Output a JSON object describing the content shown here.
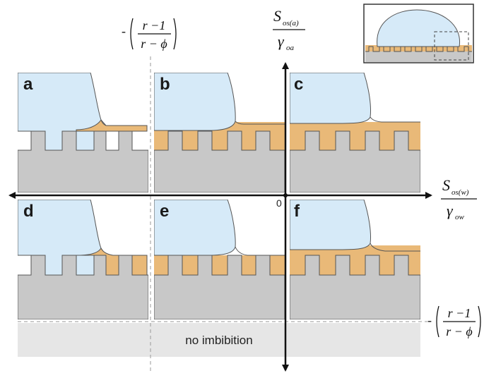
{
  "panels": [
    {
      "id": "a",
      "label": "a"
    },
    {
      "id": "b",
      "label": "b"
    },
    {
      "id": "c",
      "label": "c"
    },
    {
      "id": "d",
      "label": "d"
    },
    {
      "id": "e",
      "label": "e"
    },
    {
      "id": "f",
      "label": "f"
    }
  ],
  "axes": {
    "y_label_num": "S",
    "y_label_num_sub": "os(a)",
    "y_label_den": "γ",
    "y_label_den_sub": "oa",
    "x_label_num": "S",
    "x_label_num_sub": "os(w)",
    "x_label_den": "γ",
    "x_label_den_sub": "ow",
    "origin": "0"
  },
  "thresholds": {
    "sign": "-",
    "numerator": "r −1",
    "denominator": "r − ϕ"
  },
  "region_label": "no imbibition",
  "colors": {
    "water": "#d6eaf8",
    "oil": "#e9b978",
    "solid": "#c8c8c8",
    "outline": "#555555",
    "no_imbibition": "#e6e6e6"
  }
}
